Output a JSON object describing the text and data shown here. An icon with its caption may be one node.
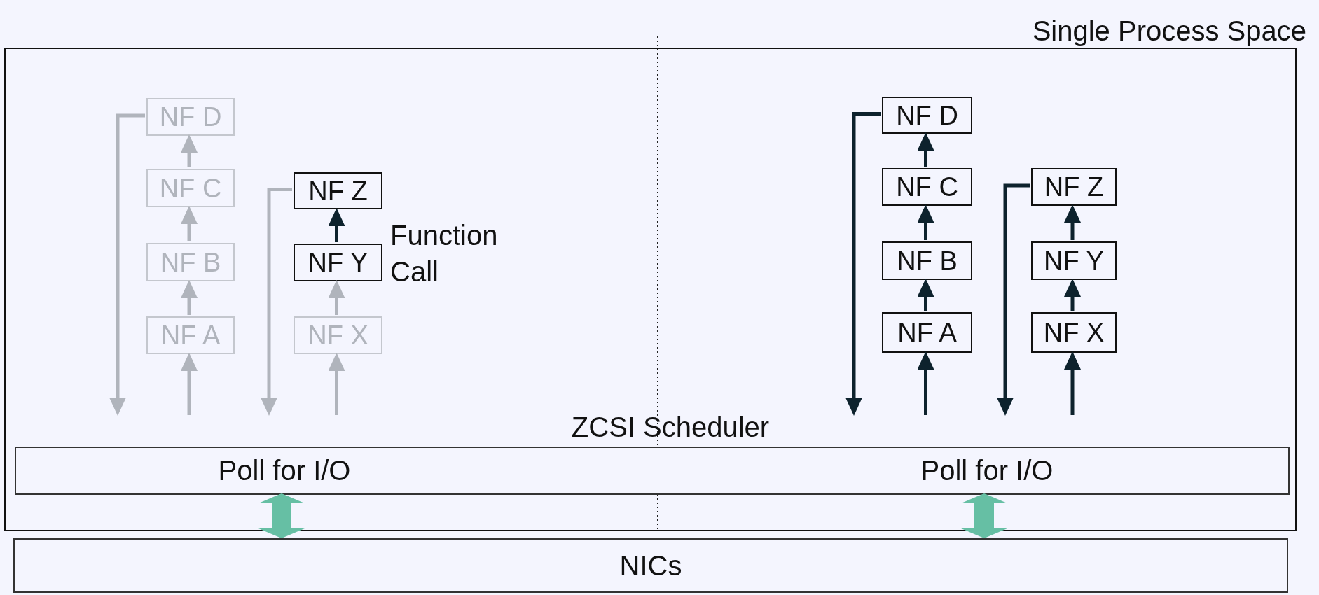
{
  "diagram": {
    "nodes": [
      {
        "text": [
          "Single Process Space"
        ]
      },
      {
        "text": [
          "NF D"
        ],
        "in": 0
      },
      {
        "text": [
          "NF C"
        ],
        "in": 0
      },
      {
        "text": [
          "NF B"
        ],
        "in": 0
      },
      {
        "text": [
          "NF A"
        ],
        "in": 0
      },
      {
        "text": [
          "NF Z"
        ],
        "in": 0
      },
      {
        "text": [
          "NF Y"
        ],
        "in": 0
      },
      {
        "text": [
          "NF X"
        ],
        "in": 0
      },
      {
        "text": [
          "NF D"
        ],
        "in": 0
      },
      {
        "text": [
          "NF C"
        ],
        "in": 0
      },
      {
        "text": [
          "NF B"
        ],
        "in": 0
      },
      {
        "text": [
          "NF A"
        ],
        "in": 0
      },
      {
        "text": [
          "NF Z"
        ],
        "in": 0
      },
      {
        "text": [
          "NF Y"
        ],
        "in": 0
      },
      {
        "text": [
          "NF X"
        ],
        "in": 0
      },
      {
        "text": [
          "Poll for I/O",
          "Poll for I/O"
        ],
        "in": 0
      },
      {
        "text": [
          "NICs"
        ]
      }
    ],
    "edges": [
      {
        "from": null,
        "to": 4,
        "arrow": "to",
        "color": "#b0b4bc"
      },
      {
        "from": 4,
        "to": 3,
        "arrow": "to",
        "color": "#b0b4bc"
      },
      {
        "from": 3,
        "to": 2,
        "arrow": "to",
        "color": "#b0b4bc"
      },
      {
        "from": 2,
        "to": 1,
        "arrow": "to",
        "color": "#b0b4bc"
      },
      {
        "from": 1,
        "to": null,
        "arrow": "to",
        "color": "#b0b4bc"
      },
      {
        "from": null,
        "to": 7,
        "arrow": "to",
        "color": "#b0b4bc"
      },
      {
        "from": 7,
        "to": 6,
        "arrow": "to",
        "color": "#b0b4bc"
      },
      {
        "from": 6,
        "to": 5,
        "arrow": "to"
      },
      {
        "from": 5,
        "to": null,
        "arrow": "to",
        "color": "#b0b4bc"
      },
      {
        "from": null,
        "to": 11,
        "arrow": "to"
      },
      {
        "from": 11,
        "to": 10,
        "arrow": "to"
      },
      {
        "from": 10,
        "to": 9,
        "arrow": "to"
      },
      {
        "from": 9,
        "to": 8,
        "arrow": "to"
      },
      {
        "from": 8,
        "to": null,
        "arrow": "to"
      },
      {
        "from": null,
        "to": 14,
        "arrow": "to"
      },
      {
        "from": 14,
        "to": 13,
        "arrow": "to"
      },
      {
        "from": 13,
        "to": 12,
        "arrow": "to"
      },
      {
        "from": 12,
        "to": null,
        "arrow": "to"
      },
      {
        "from": 15,
        "to": 16,
        "arrow": "both",
        "style": "thick",
        "color": "#66bfa4"
      },
      {
        "from": 15,
        "to": 16,
        "arrow": "both",
        "style": "thick",
        "color": "#66bfa4"
      }
    ],
    "labels": [
      "Function Call",
      "ZCSI Scheduler"
    ]
  }
}
